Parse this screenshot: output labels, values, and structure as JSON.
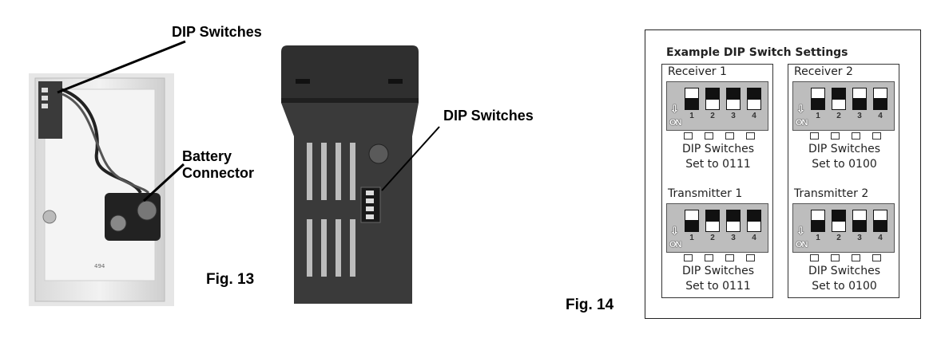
{
  "left_photo": {
    "dip_label": "DIP Switches",
    "battery_label_line1": "Battery",
    "battery_label_line2": "Connector"
  },
  "middle_photo": {
    "dip_label": "DIP Switches",
    "fig_label": "Fig. 13"
  },
  "right_panel": {
    "fig_label": "Fig. 14",
    "title": "Example DIP Switch Settings",
    "on_label": "ON",
    "groups": [
      {
        "label": "Receiver 1",
        "caption1": "DIP Switches",
        "caption2": "Set to 0111",
        "states": [
          0,
          1,
          1,
          1
        ],
        "nums": [
          "1",
          "2",
          "3",
          "4"
        ]
      },
      {
        "label": "Receiver 2",
        "caption1": "DIP Switches",
        "caption2": "Set to 0100",
        "states": [
          0,
          1,
          0,
          0
        ],
        "nums": [
          "1",
          "2",
          "3",
          "4"
        ]
      },
      {
        "label": "Transmitter 1",
        "caption1": "DIP Switches",
        "caption2": "Set to 0111",
        "states": [
          0,
          1,
          1,
          1
        ],
        "nums": [
          "1",
          "2",
          "3",
          "4"
        ]
      },
      {
        "label": "Transmitter 2",
        "caption1": "DIP Switches",
        "caption2": "Set to 0100",
        "states": [
          0,
          1,
          0,
          0
        ],
        "nums": [
          "1",
          "2",
          "3",
          "4"
        ]
      }
    ]
  }
}
